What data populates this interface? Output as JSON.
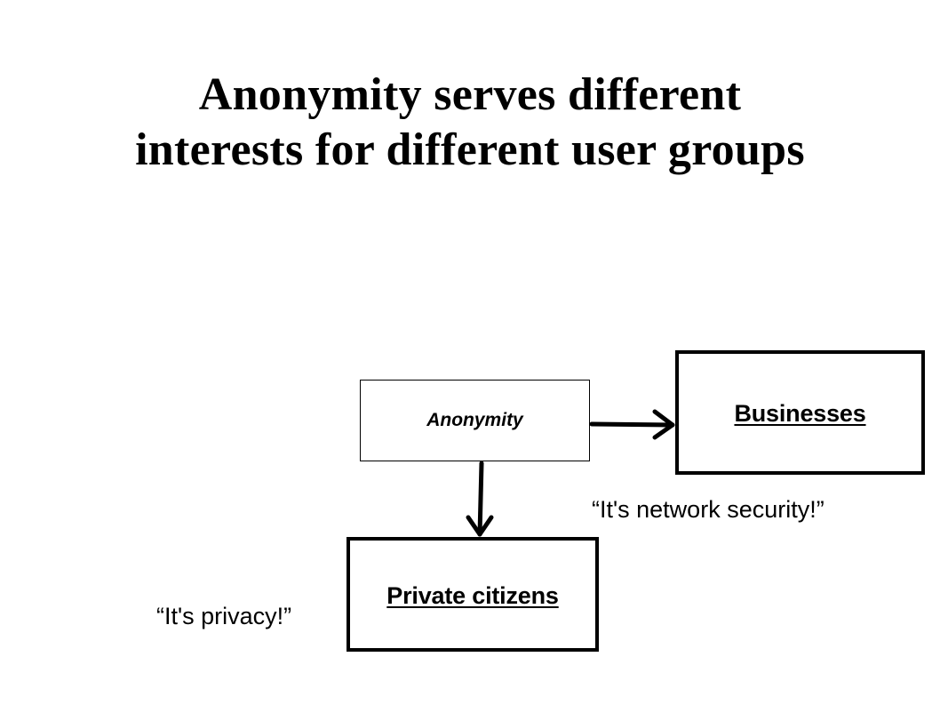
{
  "slide": {
    "title_line1": "Anonymity serves different",
    "title_line2": "interests for different user groups"
  },
  "diagram": {
    "source_node": "Anonymity",
    "businesses_node": "Businesses",
    "private_node": "Private citizens",
    "businesses_quote": "“It's network security!”",
    "private_quote": "“It's privacy!”"
  },
  "colors": {
    "background": "#ffffff",
    "ink": "#000000"
  }
}
